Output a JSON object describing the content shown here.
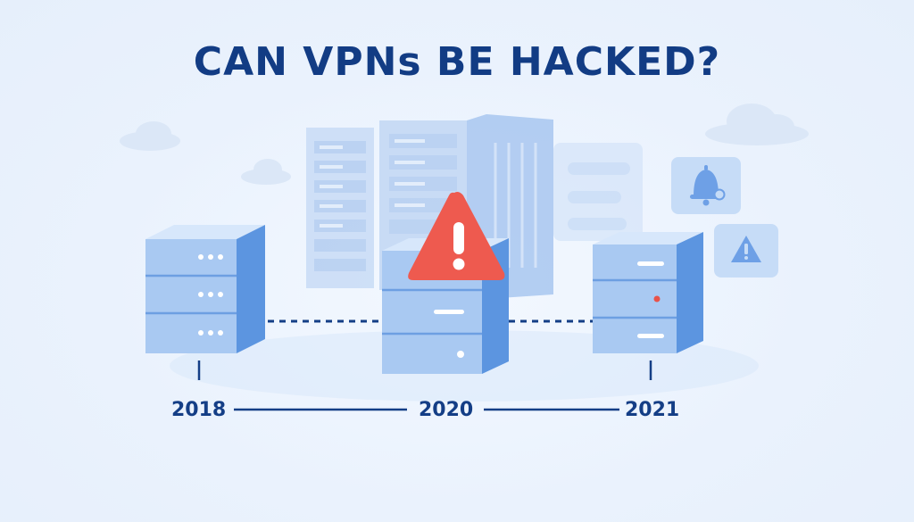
{
  "title": "CAN VPNs BE HACKED?",
  "timeline": {
    "years": [
      "2018",
      "2020",
      "2021"
    ]
  },
  "icons": {
    "warning": "warning-icon",
    "bell": "bell-icon",
    "alert_card": "alert-triangle-icon"
  },
  "colors": {
    "title": "#123c84",
    "server_face": "#a9c9f2",
    "server_side": "#5c95e0",
    "warning_red": "#ee5a4f",
    "timeline_line": "#143e86",
    "background": "#eaf2fd"
  }
}
